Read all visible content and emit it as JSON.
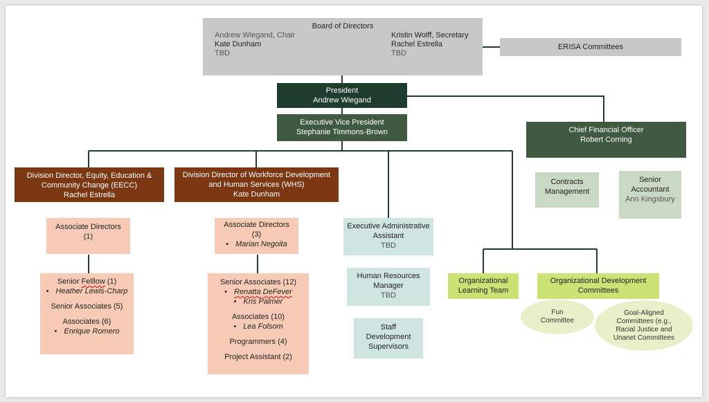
{
  "board": {
    "title": "Board of Directors",
    "left": [
      "Andrew Wiegand, Chair",
      "Kate Dunham",
      "TBD"
    ],
    "right": [
      "Kristin Wolff, Secretary",
      "Rachel Estrella",
      "TBD"
    ]
  },
  "erisa": "ERISA Committees",
  "president": {
    "title": "President",
    "name": "Andrew Wiegand"
  },
  "evp": {
    "title": "Executive Vice President",
    "name": "Stephanie Timmons-Brown"
  },
  "cfo": {
    "title": "Chief Financial Officer",
    "name": "Robert Corning"
  },
  "contracts": {
    "line1": "Contracts",
    "line2": "Management"
  },
  "senior_accountant": {
    "line1": "Senior",
    "line2": "Accountant",
    "name": "Ann Kingsbury"
  },
  "eecc": {
    "line1": "Division Director, Equity, Education &",
    "line2": "Community Change (EECC)",
    "name": "Rachel Estrella"
  },
  "whs": {
    "line1": "Division Director of Workforce Development",
    "line2": "and Human Services (WHS)",
    "name": "Kate Dunham"
  },
  "eecc_assoc_dir": {
    "title": "Associate Directors",
    "count": "(1)"
  },
  "whs_assoc_dir": {
    "title": "Associate Directors",
    "count": "(3)",
    "person": "Marian Negoita"
  },
  "eecc_staff": {
    "senior_fellow_a": "Senior ",
    "senior_fellow_b": "Felllow",
    "senior_fellow_c": " (1)",
    "senior_fellow_person": "Heather Lewis-Charp",
    "senior_associates": "Senior Associates (5)",
    "associates": "Associates (6)",
    "associates_person": "Enrique Romero"
  },
  "whs_staff": {
    "senior_associates": "Senior Associates (12)",
    "sa_person1_a": "Renatta",
    "sa_person1_b": " ",
    "sa_person1_c": "DeFever",
    "sa_person2": "Kris Palmer",
    "associates": "Associates (10)",
    "associates_person": "Lea Folsom",
    "programmers": "Programmers (4)",
    "project_assistant": "Project Assistant (2)"
  },
  "exec_admin": {
    "line1": "Executive Administrative",
    "line2": "Assistant",
    "name": "TBD"
  },
  "hr": {
    "line1": "Human Resources",
    "line2": "Manager",
    "name": "TBD"
  },
  "staff_dev": {
    "line1": "Staff",
    "line2": "Development",
    "line3": "Supervisors"
  },
  "org_learning": {
    "line1": "Organizational",
    "line2": "Learning Team"
  },
  "org_dev": {
    "line1": "Organizational Development",
    "line2": "Committees"
  },
  "fun": {
    "line1": "Fun",
    "line2": "Committee"
  },
  "goal": {
    "line1": "Goal-Aligned",
    "line2": "Committees (e.g.,",
    "line3": "Racial Justice and",
    "line4": "Unanet Committees"
  }
}
